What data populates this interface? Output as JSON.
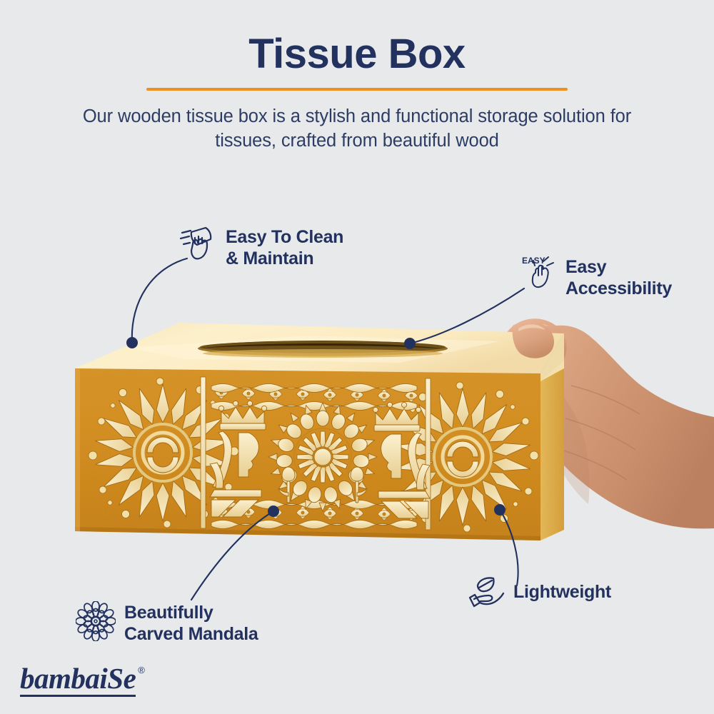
{
  "meta": {
    "background_color": "#e8e9eb",
    "accent_color": "#ed9121",
    "text_color": "#22315e",
    "box_body_color": "#d79122",
    "box_top_color": "#fbeec4",
    "skin_color": "#d8a183"
  },
  "header": {
    "title": "Tissue Box",
    "subtitle": "Our wooden tissue box is a stylish and functional storage solution for tissues, crafted from beautiful wood"
  },
  "features": [
    {
      "id": "easy-to-clean",
      "icon": "wiping-hand-cloth-icon",
      "label": "Easy To Clean\n& Maintain"
    },
    {
      "id": "easy-accessibility",
      "icon": "tapping-hand-easy-icon",
      "icon_text": "EASY",
      "label": "Easy\nAccessibility"
    },
    {
      "id": "beautifully-carved-mandala",
      "icon": "mandala-flower-icon",
      "label": "Beautifully\nCarved Mandala"
    },
    {
      "id": "lightweight",
      "icon": "hand-holding-leaf-icon",
      "label": "Lightweight"
    }
  ],
  "product": {
    "name": "wooden-tissue-box",
    "description": "Golden carved wooden tissue box held in a hand",
    "top_surface": "cream-lid-with-oval-slot",
    "carving": "mandala-and-crowned-figures"
  },
  "brand": {
    "name": "bambaiSe",
    "trademark": "®"
  }
}
